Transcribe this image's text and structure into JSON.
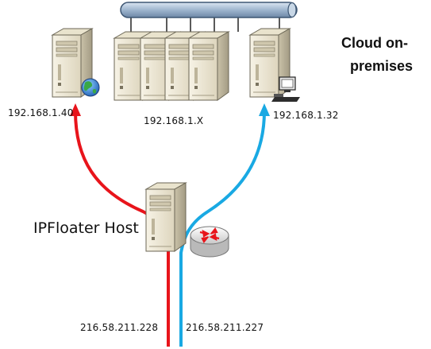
{
  "title_line1": "Cloud on-",
  "title_line2": "premises",
  "host_label": "IPFloater Host",
  "ip_left_server": "192.168.1.40",
  "ip_server_group": "192.168.1.X",
  "ip_right_server": "192.168.1.32",
  "ip_public_red": "216.58.211.228",
  "ip_public_blue": "216.58.211.227",
  "colors": {
    "red_link": "#e8141b",
    "blue_link": "#19a9e3",
    "bus": "#a9bfd6",
    "server_front": "#f1ecd9",
    "server_side": "#b9b19a"
  }
}
